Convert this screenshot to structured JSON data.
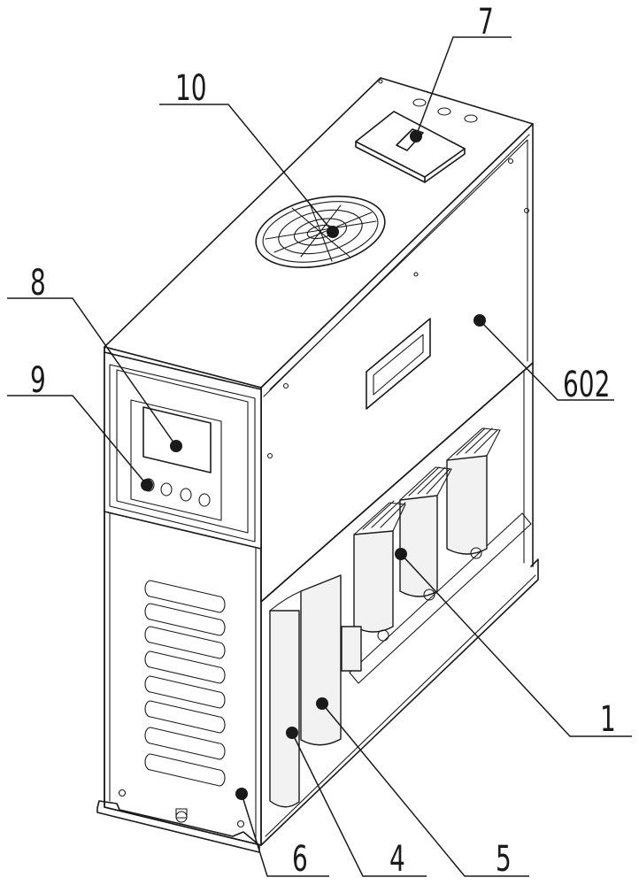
{
  "figure": {
    "subject": "cabinet-assembly",
    "callouts": [
      {
        "id": "c1",
        "label": "1"
      },
      {
        "id": "c4",
        "label": "4"
      },
      {
        "id": "c5",
        "label": "5"
      },
      {
        "id": "c6",
        "label": "6"
      },
      {
        "id": "c7",
        "label": "7"
      },
      {
        "id": "c8",
        "label": "8"
      },
      {
        "id": "c9",
        "label": "9"
      },
      {
        "id": "c10",
        "label": "10"
      },
      {
        "id": "c602",
        "label": "602"
      }
    ]
  }
}
